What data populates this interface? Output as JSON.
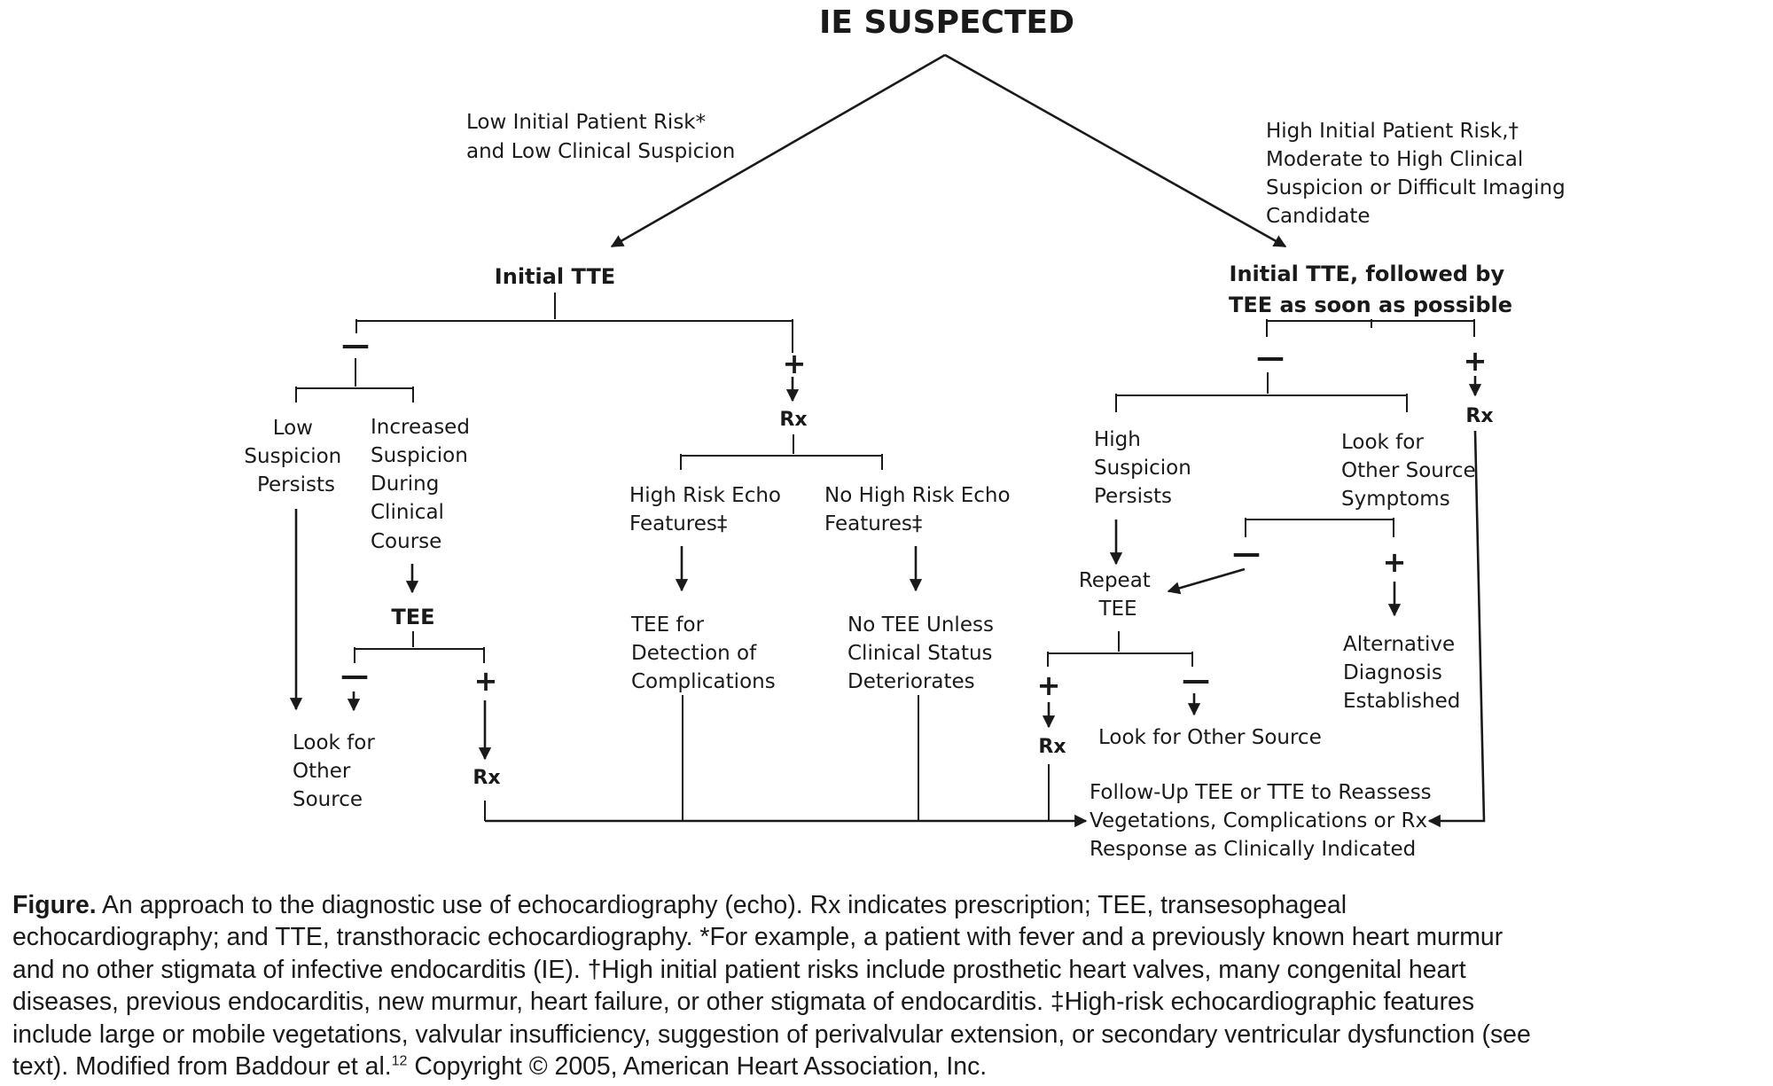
{
  "title": "IE SUSPECTED",
  "branches": {
    "low_risk_lines": [
      "Low Initial Patient Risk*",
      "and Low Clinical Suspicion"
    ],
    "high_risk_lines": [
      "High Initial Patient Risk,†",
      "Moderate to High Clinical",
      "Suspicion or Difficult Imaging",
      "Candidate"
    ]
  },
  "left": {
    "initial_tte": "Initial TTE",
    "minus": "—",
    "plus": "+",
    "low_suspicion_lines": [
      "Low",
      "Suspicion",
      "Persists"
    ],
    "increased_suspicion_lines": [
      "Increased",
      "Suspicion",
      "During",
      "Clinical",
      "Course"
    ],
    "tee": "TEE",
    "tee_minus": "—",
    "tee_plus": "+",
    "look_other_source_lines": [
      "Look for",
      "Other",
      "Source"
    ],
    "rx": "Rx",
    "rx_plus": "Rx",
    "high_risk_echo_lines": [
      "High Risk Echo",
      "Features‡"
    ],
    "no_high_risk_echo_lines": [
      "No High Risk Echo",
      "Features‡"
    ],
    "tee_detection_lines": [
      "TEE for",
      "Detection of",
      "Complications"
    ],
    "no_tee_unless_lines": [
      "No TEE Unless",
      "Clinical Status",
      "Deteriorates"
    ]
  },
  "right": {
    "initial_tte_lines": [
      "Initial TTE, followed by",
      "TEE as soon as possible"
    ],
    "minus": "—",
    "plus": "+",
    "rx": "Rx",
    "high_suspicion_lines": [
      "High",
      "Suspicion",
      "Persists"
    ],
    "look_other_symptoms_lines": [
      "Look for",
      "Other Source",
      "Symptoms"
    ],
    "symptoms_minus": "—",
    "symptoms_plus": "+",
    "repeat_tee_lines": [
      "Repeat",
      "TEE"
    ],
    "alternative_dx_lines": [
      "Alternative",
      "Diagnosis",
      "Established"
    ],
    "repeat_plus": "+",
    "repeat_minus": "—",
    "repeat_rx": "Rx",
    "look_other_source": "Look for Other Source"
  },
  "followup_lines": [
    "Follow-Up TEE or TTE to Reassess",
    "Vegetations, Complications or Rx",
    "Response as Clinically Indicated"
  ],
  "caption": {
    "lead": "Figure.",
    "line1": "An approach to the diagnostic use of echocardiography (echo). Rx indicates prescription; TEE, transesophageal",
    "line2": "echocardiography; and TTE, transthoracic echocardiography. *For example, a patient with fever and a previously known heart murmur",
    "line3": "and no other stigmata of infective endocarditis (IE). †High initial patient risks include prosthetic heart valves, many congenital heart",
    "line4": "diseases, previous endocarditis, new murmur, heart failure, or other stigmata of endocarditis. ‡High-risk echocardiographic features",
    "line5": "include large or mobile vegetations, valvular insufficiency, suggestion of perivalvular extension, or secondary ventricular dysfunction (see",
    "line6a": "text). Modified from Baddour et al.",
    "ref": "12",
    "line6b": " Copyright © 2005, American Heart Association, Inc."
  }
}
